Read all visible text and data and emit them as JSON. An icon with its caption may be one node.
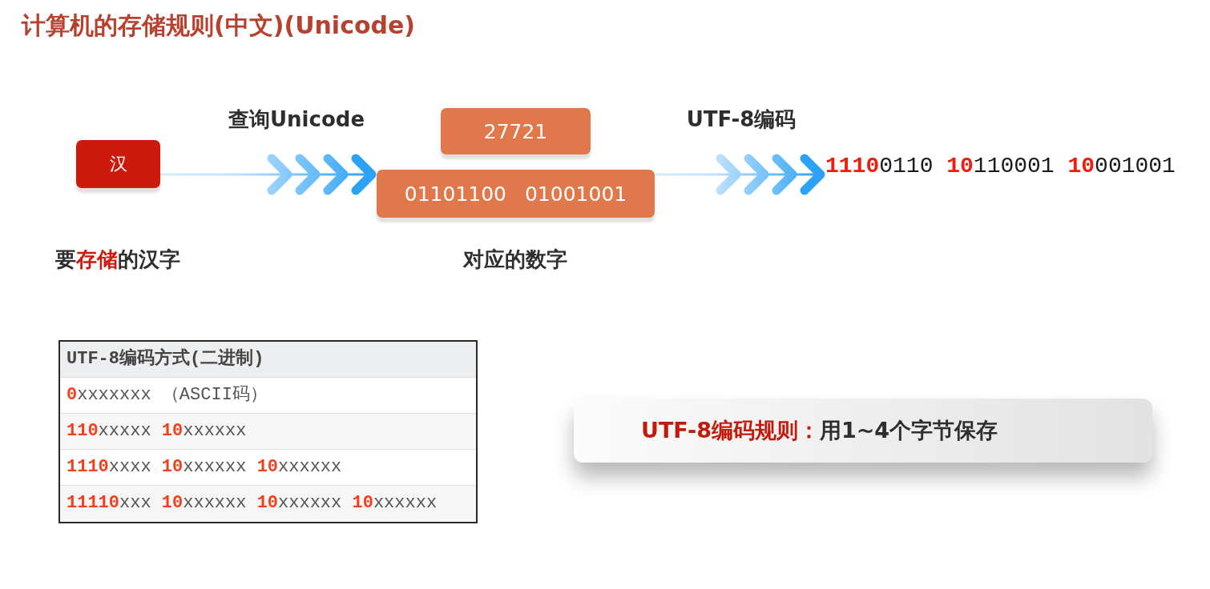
{
  "diagram": {
    "title": "计算机的存储规则(中文)(Unicode)",
    "nodes": [
      {
        "text": [
          "汉"
        ],
        "beside": [
          "要**存储**的汉字"
        ]
      },
      {
        "text": [
          "27721"
        ]
      },
      {
        "text": [
          "01101100 01001001"
        ],
        "beside": [
          "对应的数字"
        ]
      },
      {
        "text": [
          "**1110**0110 **10**110001 **10**001001"
        ]
      },
      {
        "text": [
          "**UTF-8编码规则：**用1~4个字节保存"
        ]
      }
    ],
    "edges": [
      {
        "from": 0,
        "to": 2,
        "arrow": "to",
        "label": "查询Unicode"
      },
      {
        "from": 2,
        "to": 3,
        "arrow": "to",
        "label": "UTF-8编码"
      }
    ],
    "labels": [
      "UTF-8编码方式(二进制)",
      "**0**xxxxxxx （ASCII码）",
      "**110**xxxxx **10**xxxxxx",
      "**1110**xxxx **10**xxxxxx **10**xxxxxx",
      "**11110**xxx **10**xxxxxx **10**xxxxxx **10**xxxxxx"
    ]
  }
}
